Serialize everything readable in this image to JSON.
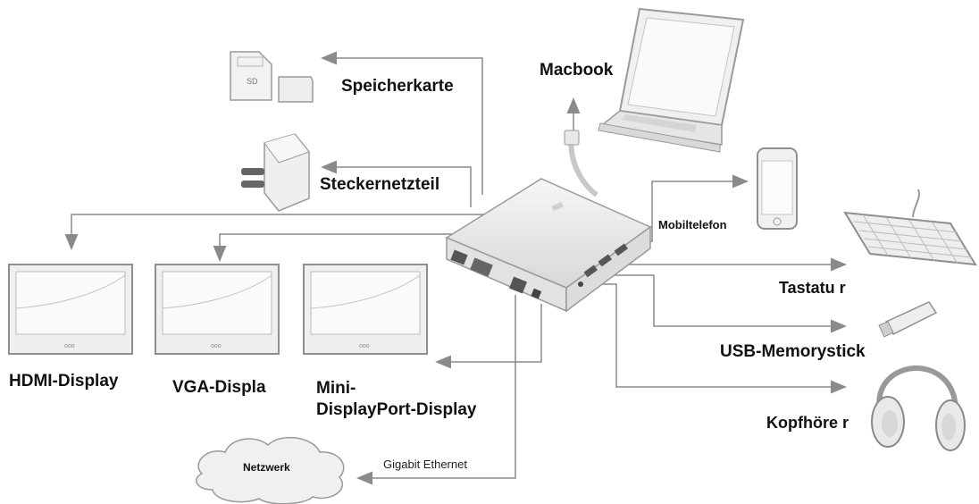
{
  "labels": {
    "memory_card": "Speicherkarte",
    "macbook": "Macbook",
    "power_adapter": "Steckernetzteil",
    "mobile_phone": "Mobiltelefon",
    "keyboard": "Tastatu r",
    "usb_stick": "USB-Memorystick",
    "headphones": "Kopfhöre r",
    "hdmi_display": "HDMI-Display",
    "vga_display": "VGA-Displa",
    "minidp_display_line1": "Mini-",
    "minidp_display_line2": "DisplayPort-Display",
    "network": "Netzwerk",
    "gigabit": "Gigabit Ethernet"
  },
  "colors": {
    "line": "#8a8a8a",
    "device_fill": "#eeeeee",
    "device_stroke": "#9a9a9a",
    "text": "#111111"
  },
  "icons": [
    "memory-card-icon",
    "power-adapter-icon",
    "laptop-icon",
    "phone-icon",
    "keyboard-icon",
    "usb-stick-icon",
    "headphones-icon",
    "monitor-icon",
    "cloud-icon",
    "dock-icon"
  ]
}
